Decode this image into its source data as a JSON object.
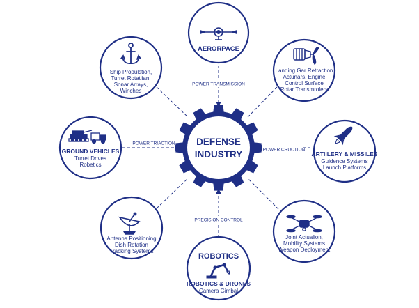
{
  "hub": {
    "line1": "DEFENSE",
    "line2": "INDUSTRY"
  },
  "nodes": {
    "aerospace": {
      "title": "AERORPACE"
    },
    "marine": {
      "lines": [
        "Ship Propulstion,",
        "Turret Rotatiian,",
        "Sonar Arrays,",
        "Winches"
      ]
    },
    "aircraft": {
      "lines": [
        "Landing Gar Retraction",
        "Actunars, Engine",
        "Control Surface",
        "Rotar Transmrolers"
      ]
    },
    "ground": {
      "title": "GROUND VEHICLES",
      "lines": [
        "Turret Drives",
        "Robetics"
      ]
    },
    "artillery": {
      "title": "ARTIILERY & MISSILES",
      "lines": [
        "Guidence Systems",
        "Launch Platforms"
      ]
    },
    "antenna": {
      "lines": [
        "Antenna Positioning",
        "Dish Rotation",
        "Tracking Systems"
      ]
    },
    "drones": {
      "lines": [
        "Joint Actualion,",
        "Mobility Systems",
        "Weapon Deployment"
      ]
    },
    "robotics": {
      "title": "ROBOTICS",
      "subtitle": "ROBOTICS & DRONES",
      "lines": [
        "Camera Gimbal"
      ]
    }
  },
  "connectors": {
    "top": "POWER TRANSMISSION",
    "left": "POWER TRIACTION",
    "right": "POWER CRUCTION",
    "bottom": "PRECISION CONTROL"
  },
  "icons": [
    "helicopter-rotor-icon",
    "anchor-icon",
    "engine-propeller-icon",
    "tank-truck-icon",
    "missile-icon",
    "satellite-dish-icon",
    "drone-icon",
    "robotic-arm-icon"
  ],
  "colors": {
    "primary": "#1f2f86",
    "background": "#ffffff"
  }
}
